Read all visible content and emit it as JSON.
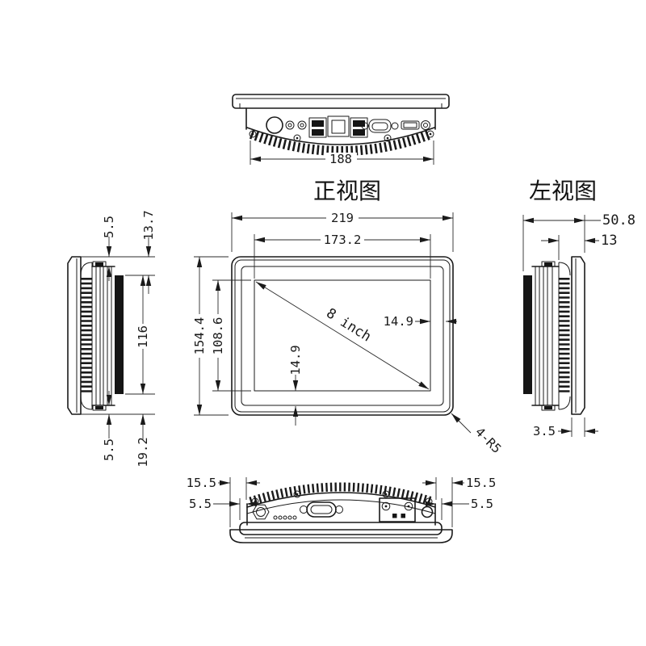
{
  "titles": {
    "front_view": "正视图",
    "left_view": "左视图"
  },
  "views": {
    "top": {
      "dims": {
        "body_width": "188"
      },
      "ports": [
        "power-jack",
        "audio-jack",
        "audio-jack",
        "dual-usb",
        "ethernet",
        "dual-usb",
        "vga",
        "hdmi",
        "power-indicator"
      ]
    },
    "front": {
      "dims": {
        "outer_width": "219",
        "active_width": "173.2",
        "outer_height": "154.4",
        "active_height": "108.6",
        "margin_right": "14.9",
        "margin_bottom": "14.9"
      },
      "diagonal_label": "8 inch",
      "corner_label": "4-R5"
    },
    "side_left": {
      "dims": {
        "flange_top": "5.5",
        "band_top": "13.7",
        "band_height": "116",
        "flange_bottom": "5.5",
        "band_bottom": "19.2"
      }
    },
    "side_right": {
      "dims": {
        "total_depth": "50.8",
        "front_depth": "13",
        "flange_thickness": "3.5"
      }
    },
    "bottom": {
      "dims": {
        "left_outer": "15.5",
        "left_inner": "5.5",
        "right_outer": "15.5",
        "right_inner": "5.5"
      }
    }
  }
}
